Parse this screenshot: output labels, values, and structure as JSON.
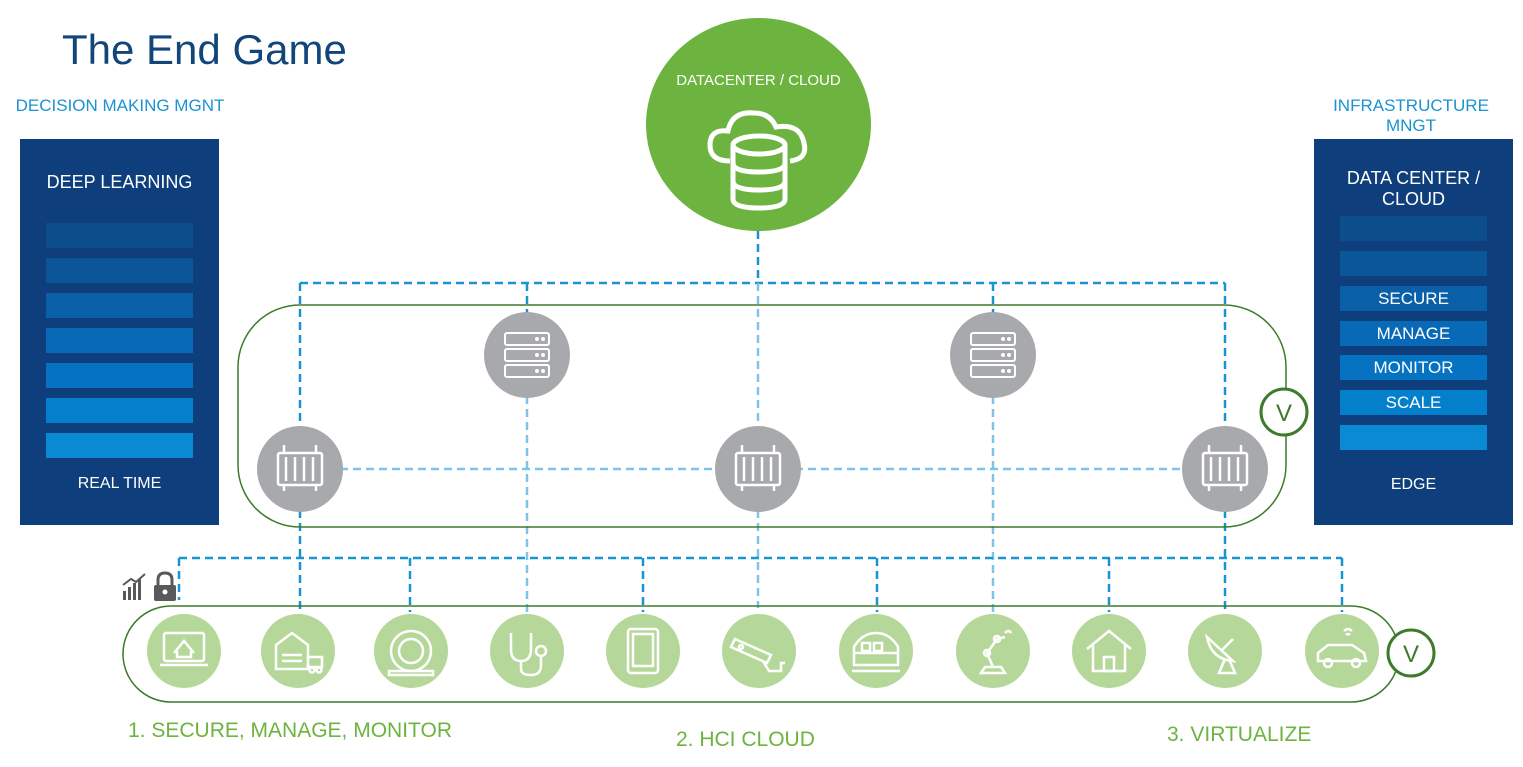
{
  "title": "The End Game",
  "left_section": {
    "label": "DECISION MAKING MGNT",
    "panel_title": "DEEP LEARNING",
    "panel_footer": "REAL TIME",
    "bar_colors": [
      "#0c4d8b",
      "#0b5599",
      "#095fa8",
      "#0869b6",
      "#0673c2",
      "#047fcc",
      "#0a8ad5"
    ]
  },
  "right_section": {
    "label": "INFRASTRUCTURE MNGT",
    "panel_title": "DATA CENTER / CLOUD",
    "panel_footer": "EDGE",
    "bars": [
      "",
      "",
      "SECURE",
      "MANAGE",
      "MONITOR",
      "SCALE",
      ""
    ],
    "bar_colors": [
      "#0c4d8b",
      "#0b5599",
      "#095fa8",
      "#0869b6",
      "#0673c2",
      "#047fcc",
      "#0a8ad5"
    ]
  },
  "cloud": {
    "label": "DATACENTER / CLOUD",
    "icon": "cloud-database-icon"
  },
  "virtualize_badge": "V",
  "steps": [
    "1. SECURE, MANAGE, MONITOR",
    "2. HCI CLOUD",
    "3. VIRTUALIZE"
  ],
  "edge_devices": [
    "smart-home-monitor-icon",
    "warehouse-truck-icon",
    "mri-scanner-icon",
    "stethoscope-icon",
    "tablet-icon",
    "security-camera-icon",
    "train-icon",
    "robot-arm-icon",
    "house-icon",
    "satellite-dish-icon",
    "connected-car-icon"
  ],
  "server_nodes": [
    "rack-server-icon",
    "rack-server-icon"
  ],
  "gateway_nodes": [
    "gateway-icon",
    "gateway-icon",
    "gateway-icon"
  ],
  "colors": {
    "navy": "#0e3e7b",
    "green": "#6db33f",
    "light_green": "#b5d89a",
    "dark_green": "#3d7a2a",
    "grey": "#a7a9ac",
    "line_blue": "#1a93d1",
    "light_blue": "#7fc4e8"
  }
}
